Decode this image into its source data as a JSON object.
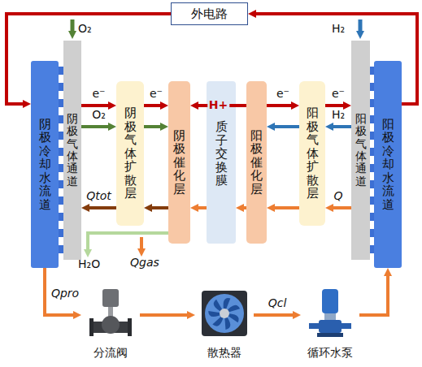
{
  "diagram": {
    "nodes": [
      {
        "text": [
          "外电路"
        ]
      },
      {
        "text": [
          "阴极冷却水流道"
        ]
      },
      {
        "text": [
          "阴极气体通道"
        ]
      },
      {
        "text": [
          "阴极气体扩散层"
        ]
      },
      {
        "text": [
          "阴极催化层"
        ]
      },
      {
        "text": [
          "质子交换膜"
        ]
      },
      {
        "text": [
          "阳极催化层"
        ]
      },
      {
        "text": [
          "阳极气体扩散层"
        ]
      },
      {
        "text": [
          "阳极气体通道"
        ]
      },
      {
        "text": [
          "阳极冷却水流道"
        ]
      },
      {
        "text": [
          "分流阀"
        ]
      },
      {
        "text": [
          "散热器"
        ]
      },
      {
        "text": [
          "循环水泵"
        ]
      }
    ],
    "edges": [
      {
        "from": 9,
        "to": 0,
        "arrow": "to"
      },
      {
        "from": 0,
        "to": 1,
        "arrow": "to"
      },
      {
        "from": 2,
        "to": 3,
        "label": "e⁻",
        "arrow": "to"
      },
      {
        "from": 3,
        "to": 4,
        "label": "e⁻",
        "arrow": "to"
      },
      {
        "from": 6,
        "to": 4,
        "label": "H+",
        "arrow": "to"
      },
      {
        "from": 6,
        "to": 7,
        "label": "e⁻",
        "arrow": "to"
      },
      {
        "from": 7,
        "to": 8,
        "label": "e⁻",
        "arrow": "to"
      },
      {
        "from": 2,
        "to": 3,
        "label": "O₂",
        "arrow": "to"
      },
      {
        "from": 3,
        "to": 4,
        "arrow": "to"
      },
      {
        "from": 8,
        "to": 7,
        "label": "H₂",
        "arrow": "to"
      },
      {
        "from": 7,
        "to": 6,
        "arrow": "to"
      },
      {
        "from": 8,
        "to": 7,
        "label": "Q",
        "arrow": "to"
      },
      {
        "from": 7,
        "to": 6,
        "arrow": "to"
      },
      {
        "from": 6,
        "to": 5,
        "arrow": "to"
      },
      {
        "from": 5,
        "to": 4,
        "arrow": "to"
      },
      {
        "from": 4,
        "to": 3,
        "arrow": "to"
      },
      {
        "from": 3,
        "to": 2,
        "label": "Qtot",
        "arrow": "to"
      },
      {
        "from": 1,
        "to": 10,
        "label": "Qpro",
        "arrow": "to"
      },
      {
        "from": 10,
        "to": 11,
        "arrow": "to"
      },
      {
        "from": 11,
        "to": 12,
        "label": "Qcl",
        "arrow": "to"
      },
      {
        "from": 12,
        "to": 9,
        "arrow": "to"
      }
    ],
    "labels": [
      "O₂",
      "H₂",
      "H₂O",
      "Qgas"
    ]
  }
}
